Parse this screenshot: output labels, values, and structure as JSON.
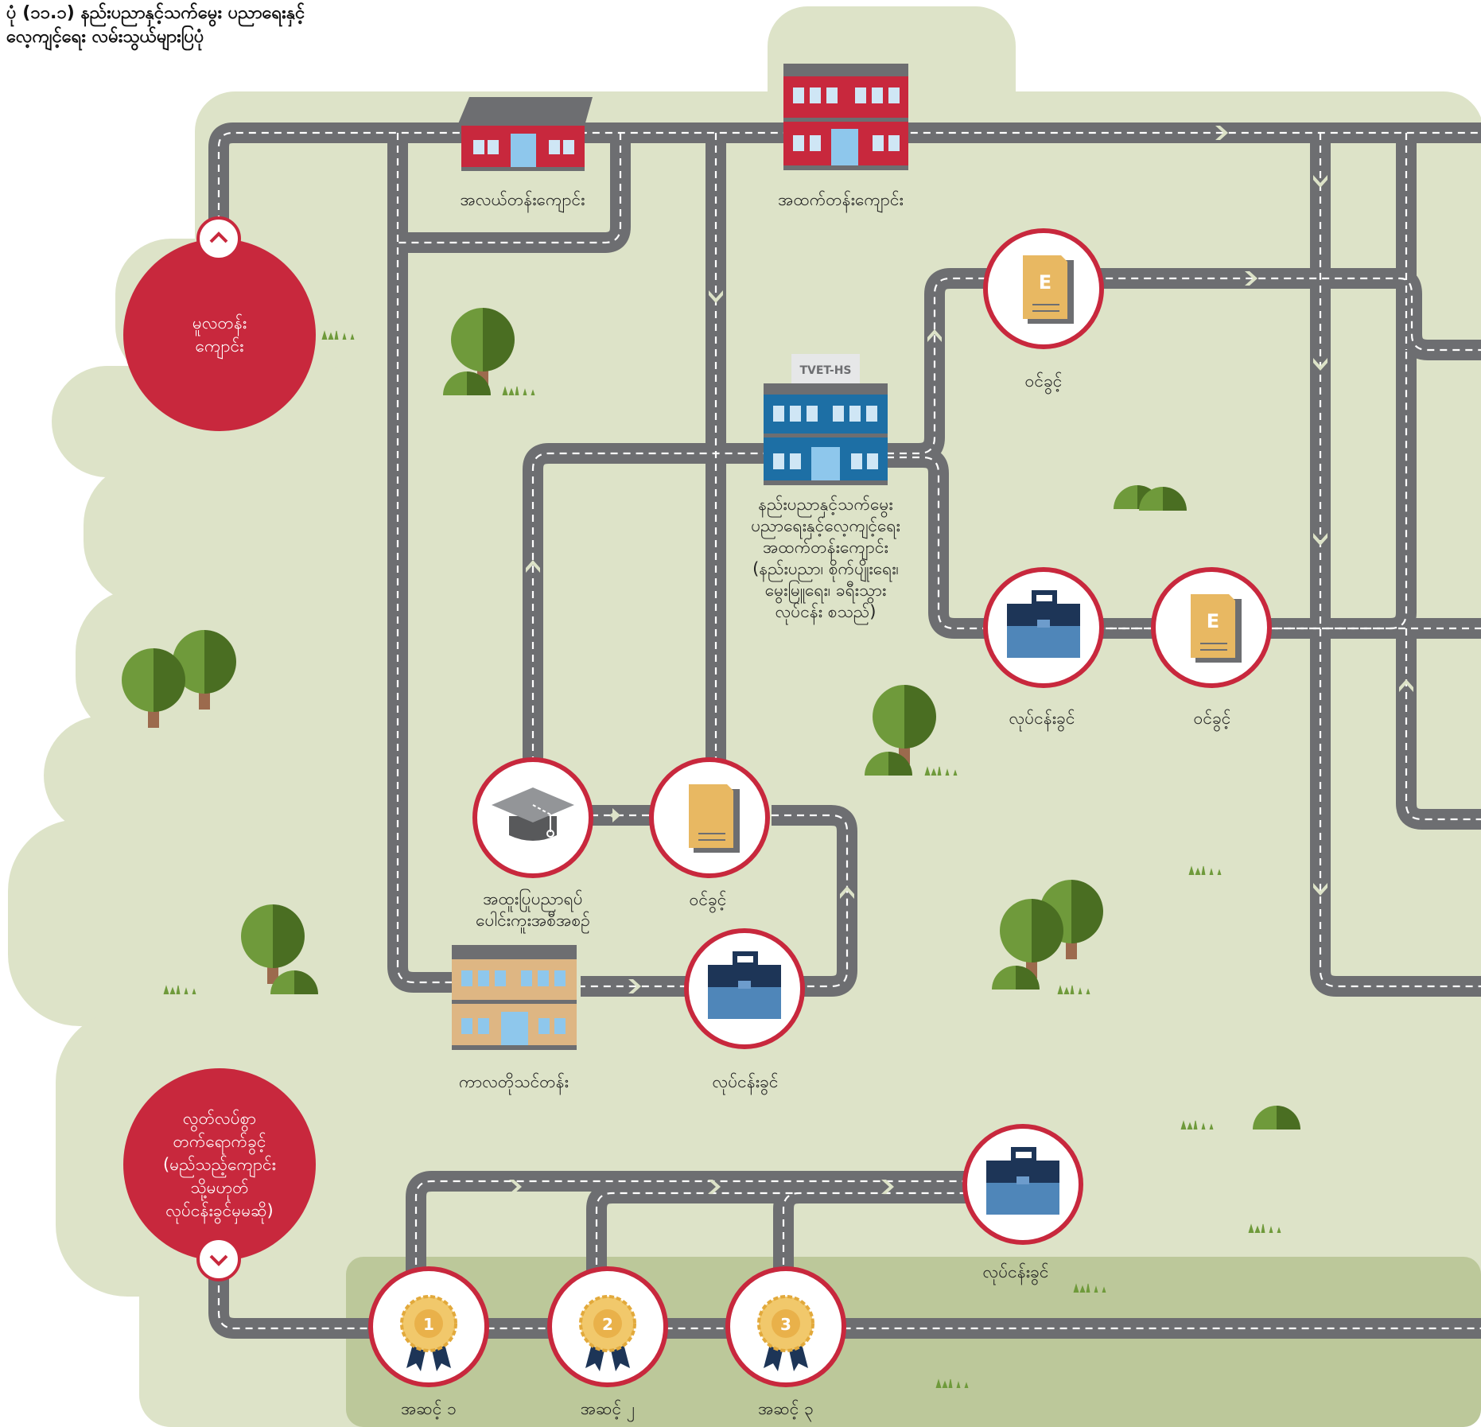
{
  "title": {
    "line1": "ပုံ (၁၁.၁) နည်းပညာနှင့်သက်မွေး ပညာရေးနှင့်",
    "line2": "လေ့ကျင့်ရေး လမ်းသွယ်များပြပုံ"
  },
  "circles": {
    "primary": "မူလတန်း\nကျောင်း",
    "exit": "လွတ်လပ်စွာ\nတက်ရောက်ခွင့်\n(မည်သည့်ကျောင်း\nသို့မဟုတ်\nလုပ်ငန်းခွင်မှမဆို)"
  },
  "buildings": {
    "middle_school": "အလယ်တန်းကျောင်း",
    "high_school": "အထက်တန်းကျောင်း",
    "tvet_sign": "TVET-HS",
    "tvet_hs": [
      "နည်းပညာနှင့်သက်မွေး",
      "ပညာရေးနှင့်လေ့ကျင့်ရေး",
      "အထက်တန်းကျောင်း",
      "(နည်းပညာ၊ စိုက်ပျိုးရေး၊",
      "မွေးမြူရေး၊ ခရီးသွား",
      "လုပ်ငန်း စသည်)"
    ],
    "short_course": "ကာလတိုသင်တန်း"
  },
  "nodes": {
    "entry_top": "ဝင်ခွင့်",
    "job_mid": "လုပ်ငန်းခွင်",
    "entry_mid": "ဝင်ခွင့်",
    "entry_left": "ဝင်ခွင့်",
    "diploma": [
      "အထူးပြုပညာရပ်",
      "ပေါင်းကူးအစီအစဉ်"
    ],
    "job_left": "လုပ်ငန်းခွင်",
    "job_bottom": "လုပ်ငန်းခွင်",
    "level1": "အဆင့် ၁",
    "level2": "အဆင့် ၂",
    "level3": "အဆင့် ၃",
    "badge1": "1",
    "badge2": "2",
    "badge3": "3",
    "entry_letter": "E"
  },
  "colors": {
    "accent_red": "#c8283d",
    "road": "#6d6e71",
    "land": "#dde3c8",
    "strip": "#bcc89a",
    "tree_light": "#6f9a3b",
    "tree_dark": "#4a6e22"
  },
  "icons": [
    "up-chevron-icon",
    "down-chevron-icon",
    "entry-certificate-icon",
    "briefcase-icon",
    "graduation-cap-icon",
    "level-medal-icon",
    "tree-icon",
    "bush-icon",
    "grass-icon",
    "school-building-icon"
  ]
}
